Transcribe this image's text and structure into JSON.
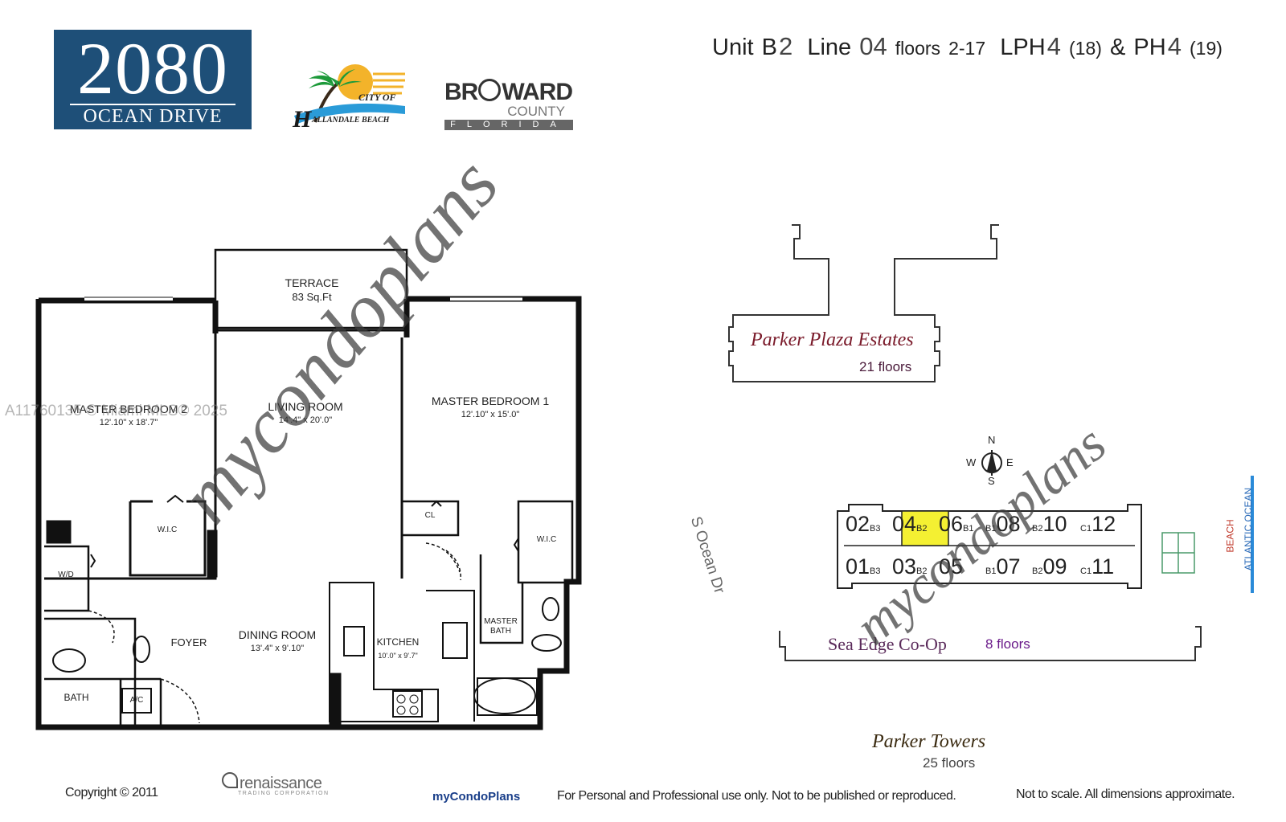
{
  "logos": {
    "building": {
      "number": "2080",
      "name": "OCEAN DRIVE",
      "color": "#1e4f78"
    },
    "city": {
      "line1": "CITY OF",
      "initial": "H",
      "line2": "ALLANDALE BEACH"
    },
    "county": {
      "name_part1": "BR",
      "name_part2": "WARD",
      "line2": "COUNTY",
      "line3": "FLORIDA"
    }
  },
  "header": {
    "unit_label": "Unit",
    "unit_letter": "B",
    "unit_num": "2",
    "line_label": "Line",
    "line_num": "04",
    "floors_label": "floors",
    "floors_range": "2-17",
    "lph_label": "LPH",
    "lph_num": "4",
    "lph_floor": "(18)",
    "amp": "&",
    "ph_label": "PH",
    "ph_num": "4",
    "ph_floor": "(19)"
  },
  "floorplan": {
    "rooms": {
      "terrace": {
        "name": "TERRACE",
        "dim": "83 Sq.Ft"
      },
      "master_bedroom_2": {
        "name": "MASTER BEDROOM 2",
        "dim": "12'.10\" x 18'.7\""
      },
      "living_room": {
        "name": "LIVING ROOM",
        "dim": "14'.4\" x 20'.0\""
      },
      "master_bedroom_1": {
        "name": "MASTER BEDROOM 1",
        "dim": "12'.10\" x 15'.0\""
      },
      "wic_left": {
        "name": "W.I.C"
      },
      "wic_right": {
        "name": "W.I.C"
      },
      "closet": {
        "name": "CL"
      },
      "washer_dryer": {
        "name": "W/D"
      },
      "foyer": {
        "name": "FOYER"
      },
      "dining_room": {
        "name": "DINING ROOM",
        "dim": "13'.4\" x 9'.10\""
      },
      "kitchen": {
        "name": "KITCHEN",
        "dim": "10'.0\" x 9'.7\""
      },
      "master_bath_line1": {
        "name": "MASTER"
      },
      "master_bath_line2": {
        "name": "BATH"
      },
      "bath": {
        "name": "BATH"
      },
      "ac": {
        "name": "A/C"
      }
    }
  },
  "siteplan": {
    "parker_plaza": {
      "name": "Parker Plaza Estates",
      "floors": "21 floors"
    },
    "sea_edge": {
      "name": "Sea Edge Co-Op",
      "floors": "8 floors"
    },
    "parker_towers": {
      "name": "Parker Towers",
      "floors": "25 floors"
    },
    "street": "S Ocean Dr",
    "beach": "BEACH",
    "ocean": "ATLANTIC OCEAN",
    "compass": {
      "n": "N",
      "s": "S",
      "e": "E",
      "w": "W"
    },
    "highlight_color": "#f4f032",
    "units_top": [
      {
        "num": "02",
        "type": "B3"
      },
      {
        "num": "04",
        "type": "B2"
      },
      {
        "num": "06",
        "type": "B1"
      },
      {
        "num": "08",
        "type": "B1"
      },
      {
        "num": "10",
        "type": "B2"
      },
      {
        "num": "12",
        "type": "C1"
      }
    ],
    "units_bottom": [
      {
        "num": "01",
        "type": "B3"
      },
      {
        "num": "03",
        "type": "B2"
      },
      {
        "num": "05",
        "type": ""
      },
      {
        "num": "07",
        "type": "B1"
      },
      {
        "num": "09",
        "type": "B2"
      },
      {
        "num": "11",
        "type": "C1"
      }
    ]
  },
  "watermarks": {
    "mycondoplans": "mycondoplans",
    "mls": "A11760135 © Miami MLS® 2025"
  },
  "footer": {
    "copyright": "Copyright © 2011",
    "renaissance": "renaissance",
    "renaissance_sub": "TRADING CORPORATION",
    "brand": "myCondoPlans",
    "usage": "For Personal and Professional use only.  Not to be published or reproduced.",
    "scale": "Not to scale.  All dimensions approximate."
  }
}
